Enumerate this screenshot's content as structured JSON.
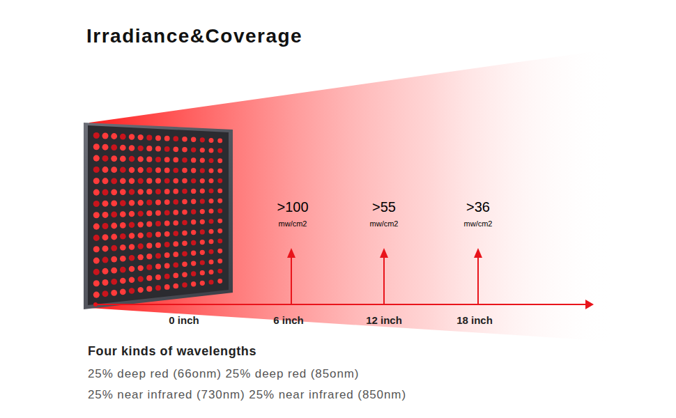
{
  "diagram": {
    "title": "Irradiance&Coverage",
    "labels": [
      ">100",
      "mw/cm2",
      ">55",
      "mw/cm2",
      ">36",
      "mw/cm2",
      "0 inch",
      "6 inch",
      "12 inch",
      "18 inch",
      "Four kinds of wavelengths",
      "25% deep red (66onm) 25% deep red (85onm)",
      "25% near infrared (730nm) 25% near infrared (850nm)"
    ]
  }
}
